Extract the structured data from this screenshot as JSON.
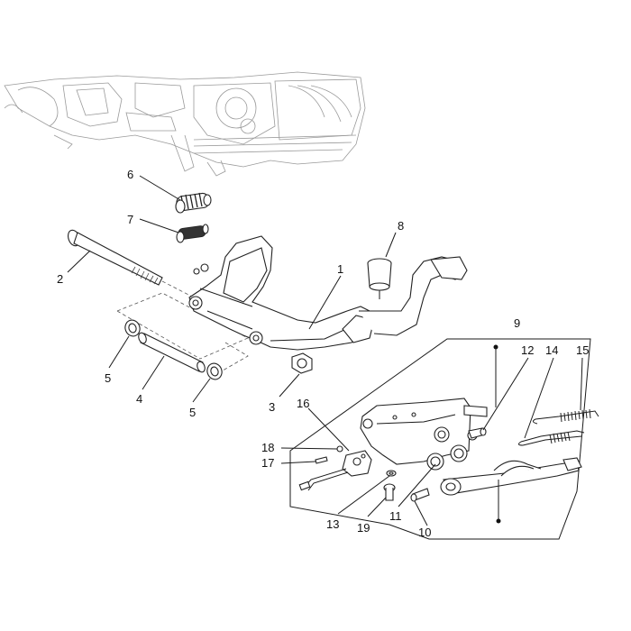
{
  "diagram": {
    "type": "exploded-parts-view",
    "callouts": {
      "c1": "1",
      "c2": "2",
      "c3": "3",
      "c4": "4",
      "c5a": "5",
      "c5b": "5",
      "c6": "6",
      "c7": "7",
      "c8": "8",
      "c9": "9",
      "c10": "10",
      "c11": "11",
      "c12": "12",
      "c13": "13",
      "c14": "14",
      "c15": "15",
      "c16": "16",
      "c17": "17",
      "c18": "18",
      "c19": "19"
    }
  }
}
